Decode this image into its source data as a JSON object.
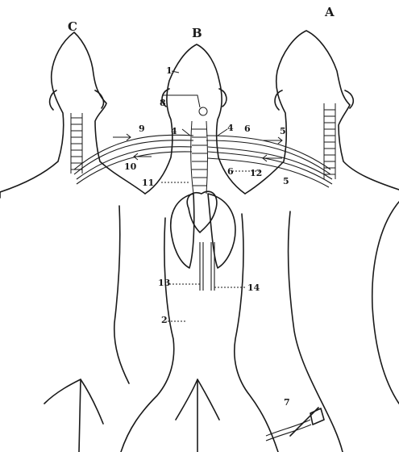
{
  "animals": {
    "a": "A",
    "b": "B",
    "c": "C"
  },
  "labels": {
    "n1": "1",
    "n2": "2",
    "n4l": "4",
    "n4r": "4",
    "n5a": "5",
    "n5b": "5",
    "n6a": "6",
    "n6b": "6",
    "n7": "7",
    "n8": "8",
    "n9": "9",
    "n10": "10",
    "n11": "11",
    "n12": "12",
    "n13": "13",
    "n14": "14"
  }
}
